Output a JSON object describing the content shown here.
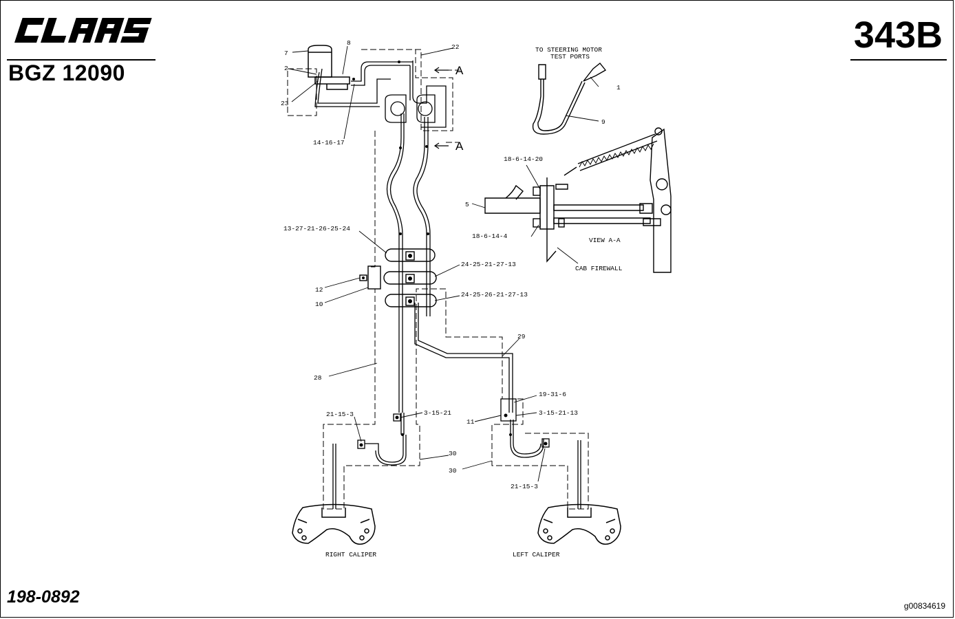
{
  "header": {
    "brand": "CLAAS",
    "model": "BGZ 12090",
    "page_code": "343B"
  },
  "footer": {
    "part_number": "198-0892",
    "image_id": "g00834619"
  },
  "callouts": {
    "c7": "7",
    "c8": "8",
    "c22": "22",
    "c2": "2",
    "c23": "23",
    "c14_16_17": "14-16-17",
    "section_a_top": "A",
    "section_a_bottom": "A",
    "steering_ports_line1": "TO STEERING MOTOR",
    "steering_ports_line2": "TEST PORTS",
    "c1": "1",
    "c9": "9",
    "c18_6_14_20": "18-6-14-20",
    "c5": "5",
    "c18_6_14_4": "18-6-14-4",
    "view_aa": "VIEW A-A",
    "cab_firewall": "CAB FIREWALL",
    "c13_27_21_26_25_24": "13-27-21-26-25-24",
    "c24_25_21_27_13": "24-25-21-27-13",
    "c12": "12",
    "c10": "10",
    "c24_25_26_21_27_13": "24-25-26-21-27-13",
    "c29": "29",
    "c28": "28",
    "c19_31_6": "19-31-6",
    "c21_15_3_left": "21-15-3",
    "c3_15_21": "3-15-21",
    "c11": "11",
    "c3_15_21_13": "3-15-21-13",
    "c30_a": "30",
    "c30_b": "30",
    "c21_15_3_right": "21-15-3",
    "right_caliper": "RIGHT CALIPER",
    "left_caliper": "LEFT CALIPER"
  }
}
